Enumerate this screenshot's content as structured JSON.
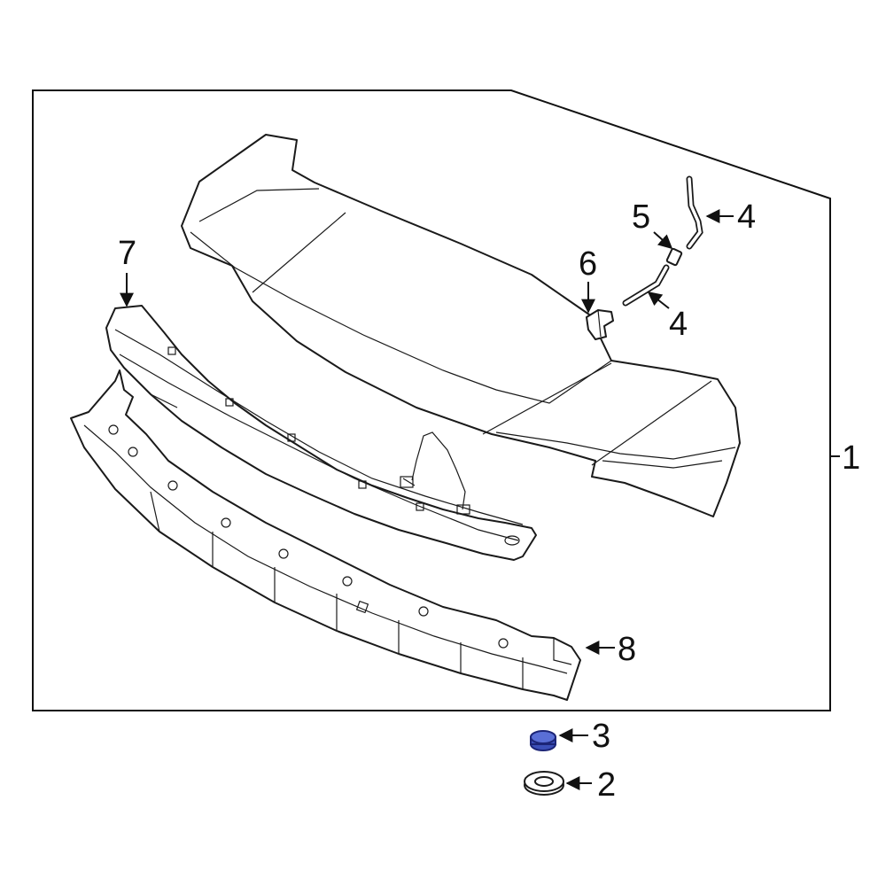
{
  "callouts": {
    "c1": "1",
    "c2": "2",
    "c3": "3",
    "c4a": "4",
    "c4b": "4",
    "c5": "5",
    "c6": "6",
    "c7": "7",
    "c8": "8"
  },
  "colors": {
    "line": "#1a1a1a",
    "highlight_fill": "#3b4fb8",
    "highlight_stroke": "#1c2577"
  }
}
